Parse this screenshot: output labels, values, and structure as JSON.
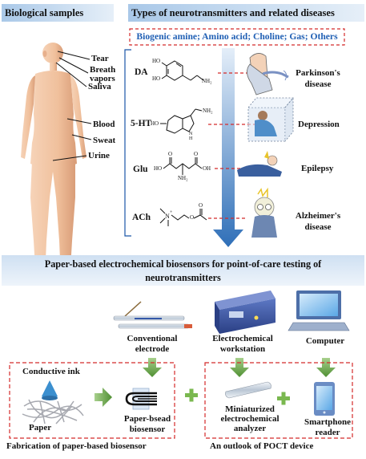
{
  "headers": {
    "bio_samples": "Biological samples",
    "types": "Types of neurotransmitters and related diseases"
  },
  "categories_box": "Biogenic amine; Amino acid; Choline; Gas; Others",
  "body_labels": {
    "tear": "Tear",
    "breath": "Breath vapors",
    "saliva": "Saliva",
    "blood": "Blood",
    "sweat": "Sweat",
    "urine": "Urine"
  },
  "neurotransmitters": [
    {
      "abbr": "DA",
      "disease": "Parkinson's disease"
    },
    {
      "abbr": "5-HT",
      "disease": "Depression"
    },
    {
      "abbr": "Glu",
      "disease": "Epilepsy"
    },
    {
      "abbr": "ACh",
      "disease": "Alzheimer's disease"
    }
  ],
  "molecule_labels": {
    "da_ho1": "HO",
    "da_ho2": "HO",
    "da_nh2": "NH₂",
    "ht_ho": "HO",
    "ht_nh2": "NH₂",
    "ht_nh": "N H",
    "glu_ho": "HO",
    "glu_oh": "OH",
    "glu_o1": "O",
    "glu_o2": "O",
    "glu_nh2": "NH₂",
    "ach_n": "N",
    "ach_plus": "+",
    "ach_o1": "O",
    "ach_o2": "O"
  },
  "banner": {
    "line1": "Paper-based electrochemical biosensors for point-of-care testing of",
    "line2": "neurotransmitters"
  },
  "devices": {
    "conventional": "Conventional electrode",
    "workstation": "Electrochemical workstation",
    "computer": "Computer"
  },
  "fabrication": {
    "ink": "Conductive ink",
    "paper": "Paper",
    "sensor": "Paper-bsead biosensor",
    "caption": "Fabrication of paper-based biosensor"
  },
  "poct": {
    "analyzer": "Miniaturized electrochemical analyzer",
    "phone": "Smartphone reader",
    "caption": "An outlook of POCT device"
  },
  "colors": {
    "dashed_red": "#d42a2a",
    "category_text": "#1f5fb4",
    "arrow_blue": "#2f6fb8",
    "arrow_green": "#6aa84f",
    "skin": "#f2c7a5"
  }
}
